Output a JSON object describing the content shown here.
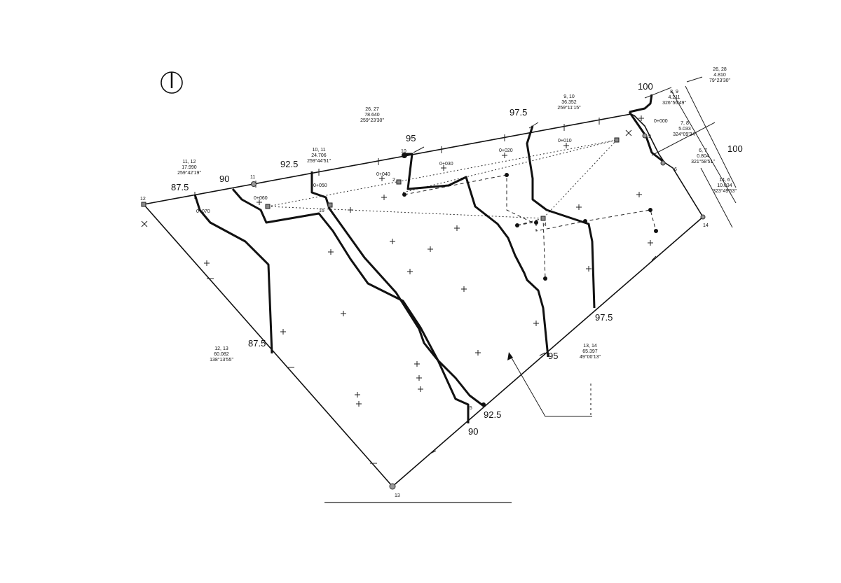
{
  "contour_labels": [
    "87.5",
    "90",
    "92.5",
    "95",
    "97.5",
    "100",
    "100",
    "87.5",
    "90",
    "92.5",
    "95",
    "97.5"
  ],
  "point_ids": [
    "12",
    "11",
    "10",
    "16",
    "15",
    "13",
    "14",
    "9",
    "6",
    "4",
    "2"
  ],
  "chainages": [
    "0+000",
    "0+010",
    "0+020",
    "0+030",
    "0+040",
    "0+050",
    "0+060",
    "0+070"
  ],
  "bearings": [
    {
      "line": "11, 12",
      "distance": "17.990",
      "bearing": "259°42'19\""
    },
    {
      "line": "10, 11",
      "distance": "24.706",
      "bearing": "259°44'51\""
    },
    {
      "line": "26, 27",
      "distance": "78.640",
      "bearing": "259°23'30\""
    },
    {
      "line": "9, 10",
      "distance": "36.352",
      "bearing": "259°11'15\""
    },
    {
      "line": "8, 9",
      "distance": "4.211",
      "bearing": "326°56'49\""
    },
    {
      "line": "26, 28",
      "distance": "4.810",
      "bearing": "79°23'30\""
    },
    {
      "line": "7, 8",
      "distance": "5.033",
      "bearing": "324°09'34\""
    },
    {
      "line": "6, 7",
      "distance": "0.804",
      "bearing": "321°58'51\""
    },
    {
      "line": "14, 6",
      "distance": "10.034",
      "bearing": "323°49'53\""
    },
    {
      "line": "12, 13",
      "distance": "60.082",
      "bearing": "138°13'55\""
    },
    {
      "line": "13, 14",
      "distance": "65.397",
      "bearing": "49°00'13\""
    }
  ]
}
